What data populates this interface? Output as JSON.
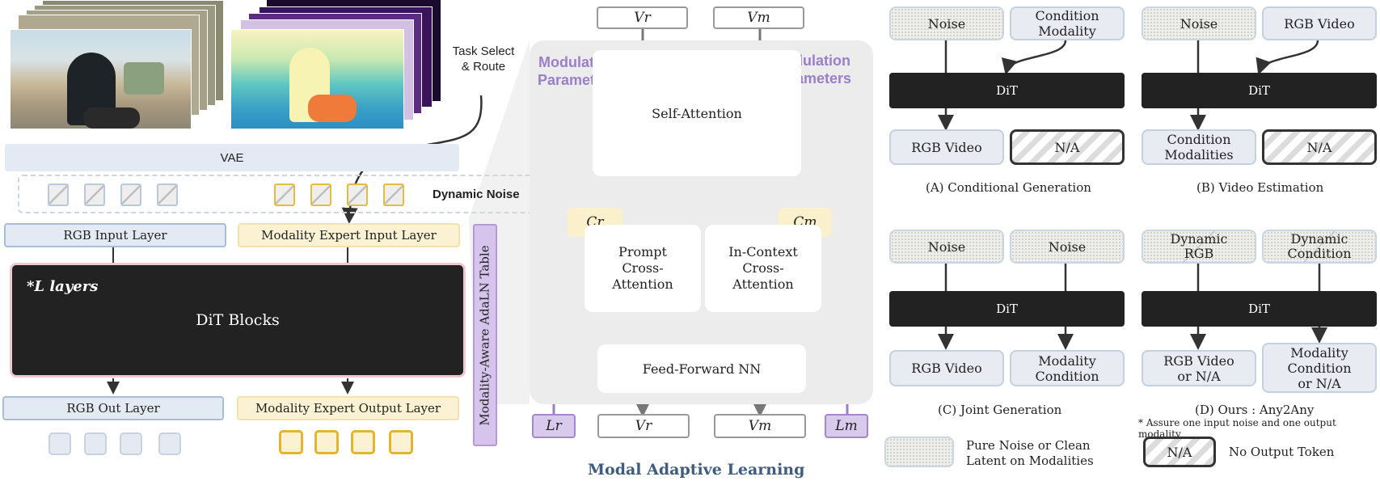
{
  "left": {
    "task_select": "Task Select\n& Route",
    "vae": "VAE",
    "dynamic_noise": "Dynamic Noise",
    "rgb_input": "RGB Input Layer",
    "modality_input": "Modality Expert Input Layer",
    "l_layers": "*L layers",
    "dit_blocks": "DiT Blocks",
    "rgb_out": "RGB Out Layer",
    "modality_out": "Modality Expert Output Layer",
    "adaln_table": "Modality-Aware AdaLN Table"
  },
  "middle": {
    "v_r_top": "Vr",
    "v_m_top": "Vm",
    "mod_params_left": "Modulation\nParameters",
    "mod_params_right": "Modulation\nParameters",
    "self_attention": "Self-Attention",
    "c_r": "Cr",
    "c_m": "Cm",
    "prompt_cross": "Prompt\nCross-\nAttention",
    "incontext_cross": "In-Context\nCross-\nAttention",
    "ffn": "Feed-Forward NN",
    "l_r": "Lr",
    "v_r_bottom": "Vr",
    "v_m_bottom": "Vm",
    "l_m": "Lm",
    "title": "Modal Adaptive Learning"
  },
  "panels": {
    "a": {
      "in1": "Noise",
      "in2": "Condition\nModality",
      "dit": "DiT",
      "out1": "RGB Video",
      "out2": "N/A",
      "caption": "(A) Conditional Generation"
    },
    "b": {
      "in1": "Noise",
      "in2": "RGB Video",
      "dit": "DiT",
      "out1": "Condition\nModalities",
      "out2": "N/A",
      "caption": "(B) Video Estimation"
    },
    "c": {
      "in1": "Noise",
      "in2": "Noise",
      "dit": "DiT",
      "out1": "RGB Video",
      "out2": "Modality\nCondition",
      "caption": "(C) Joint Generation"
    },
    "d": {
      "in1": "Dynamic\nRGB",
      "in2": "Dynamic\nCondition",
      "dit": "DiT",
      "out1": "RGB Video\nor N/A",
      "out2": "Modality\nCondition\nor N/A",
      "caption": "(D) Ours : Any2Any",
      "note": "* Assure one input noise and one output modality"
    }
  },
  "legend": {
    "pure_noise": "Pure Noise or Clean\nLatent on Modalities",
    "na": "N/A",
    "no_output": "No Output Token"
  },
  "colors": {
    "purple": "#9b7ec8",
    "title_blue": "#3e5c80",
    "dit": "#222222"
  }
}
